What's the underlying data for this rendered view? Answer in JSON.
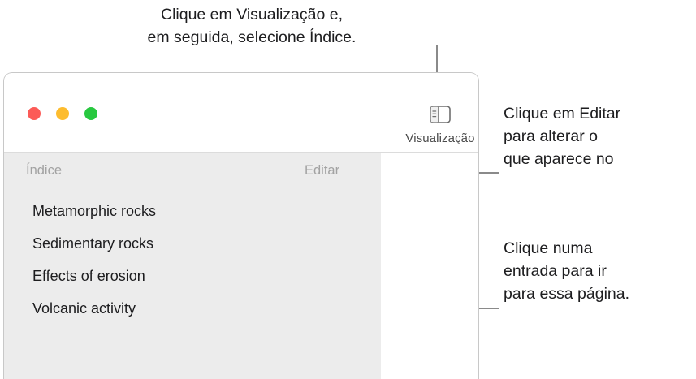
{
  "callouts": {
    "top": "Clique em Visualização e,\nem seguida, selecione Índice.",
    "edit": "Clique em Editar\npara alterar o\nque aparece no",
    "entry": "Clique numa\nentrada para ir\npara essa página."
  },
  "window": {
    "toolbar": {
      "view_button_label": "Visualização",
      "view_button_icon": "sidebar-toggle-icon",
      "traffic_lights": [
        {
          "name": "close",
          "color": "#fc5b57"
        },
        {
          "name": "minimize",
          "color": "#fdbc2e"
        },
        {
          "name": "maximize",
          "color": "#28c840"
        }
      ]
    },
    "sidebar": {
      "title": "Índice",
      "edit_label": "Editar",
      "items": [
        {
          "label": "Metamorphic rocks"
        },
        {
          "label": "Sedimentary rocks"
        },
        {
          "label": "Effects of erosion"
        },
        {
          "label": "Volcanic activity"
        }
      ]
    }
  },
  "colors": {
    "sidebar_background": "#ececec",
    "leader_line": "#8a8a8a",
    "muted_text": "#a2a2a2",
    "body_text": "#1d1d1f"
  }
}
